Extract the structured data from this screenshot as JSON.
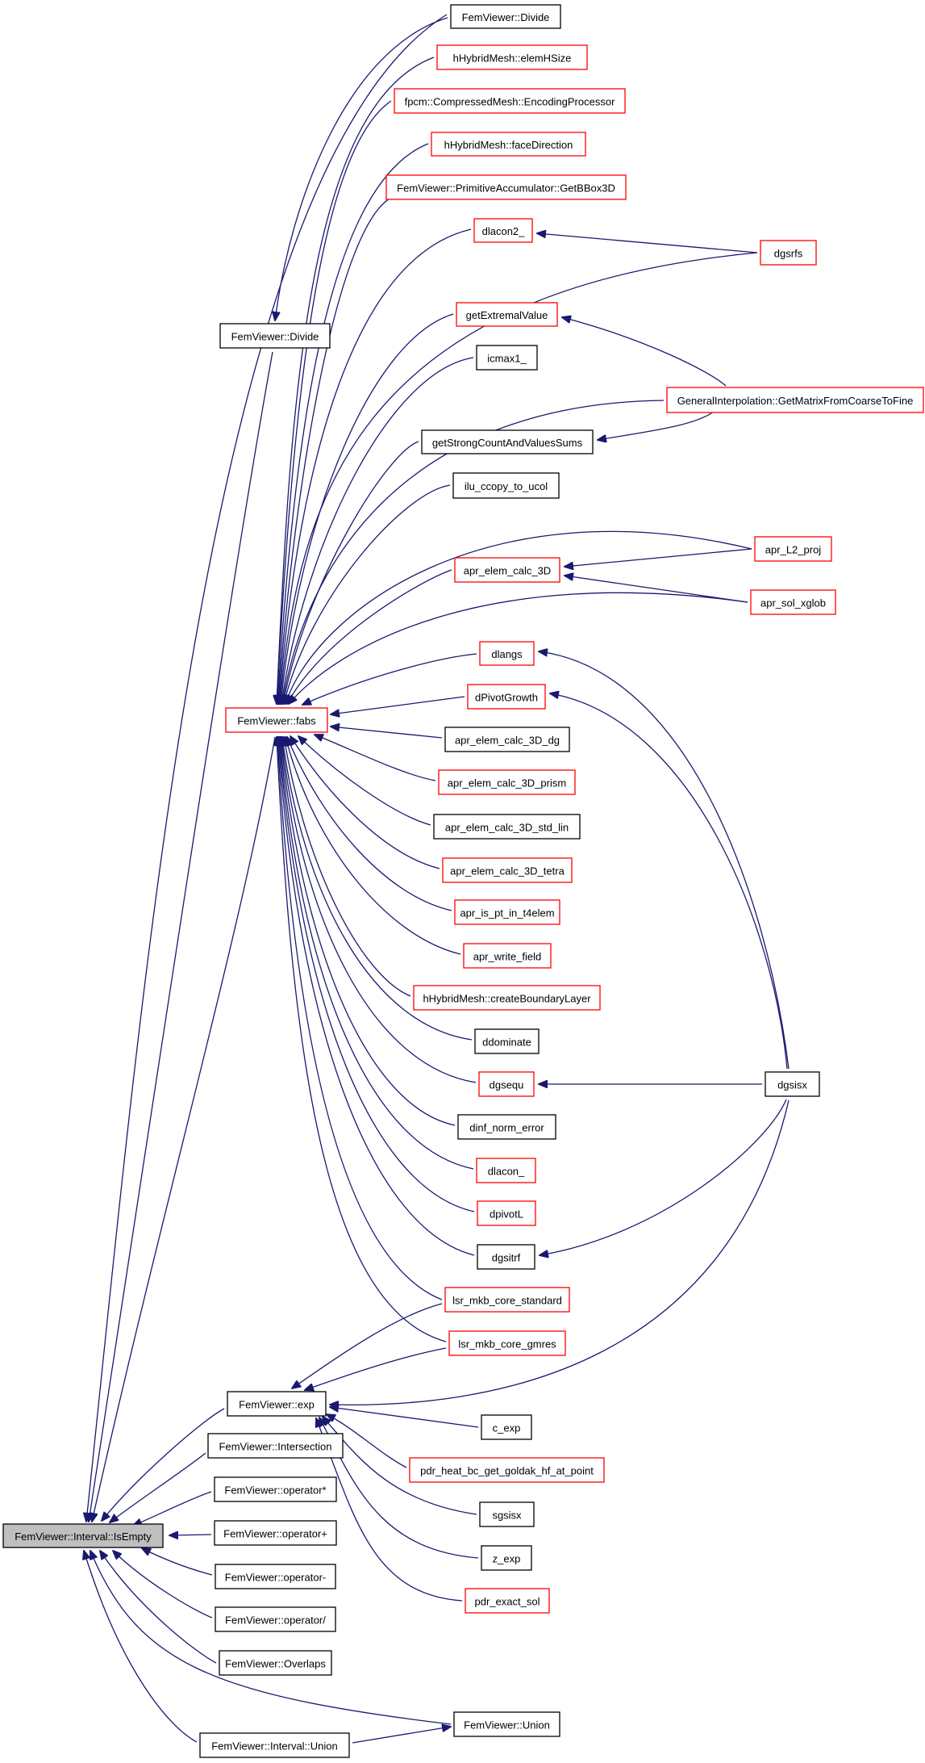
{
  "colors": {
    "edge": "#191970",
    "border_black": "#000000",
    "border_red": "#ff0000",
    "root_fill": "#bfbfbf",
    "node_fill": "#ffffff",
    "text": "#000000"
  },
  "nodes": [
    {
      "id": "isempty",
      "label": "FemViewer::Interval::IsEmpty",
      "border": "black",
      "root": true
    },
    {
      "id": "divide_a",
      "label": "FemViewer::Divide",
      "border": "black"
    },
    {
      "id": "elemhsize",
      "label": "hHybridMesh::elemHSize",
      "border": "red"
    },
    {
      "id": "encproc",
      "label": "fpcm::CompressedMesh::EncodingProcessor",
      "border": "red"
    },
    {
      "id": "facedir",
      "label": "hHybridMesh::faceDirection",
      "border": "red"
    },
    {
      "id": "getbbox",
      "label": "FemViewer::PrimitiveAccumulator::GetBBox3D",
      "border": "red"
    },
    {
      "id": "dlacon2",
      "label": "dlacon2_",
      "border": "red"
    },
    {
      "id": "dgsrfs",
      "label": "dgsrfs",
      "border": "red"
    },
    {
      "id": "divide_b",
      "label": "FemViewer::Divide",
      "border": "black"
    },
    {
      "id": "getextr",
      "label": "getExtremalValue",
      "border": "red"
    },
    {
      "id": "icmax1",
      "label": "icmax1_",
      "border": "black"
    },
    {
      "id": "getmatrix",
      "label": "GeneralInterpolation::GetMatrixFromCoarseToFine",
      "border": "red"
    },
    {
      "id": "getstrong",
      "label": "getStrongCountAndValuesSums",
      "border": "black"
    },
    {
      "id": "iluccopy",
      "label": "ilu_ccopy_to_ucol",
      "border": "black"
    },
    {
      "id": "aprl2",
      "label": "apr_L2_proj",
      "border": "red"
    },
    {
      "id": "aprelem3d",
      "label": "apr_elem_calc_3D",
      "border": "red"
    },
    {
      "id": "aprsol",
      "label": "apr_sol_xglob",
      "border": "red"
    },
    {
      "id": "dlangs",
      "label": "dlangs",
      "border": "red"
    },
    {
      "id": "dpivotg",
      "label": "dPivotGrowth",
      "border": "red"
    },
    {
      "id": "fabs",
      "label": "FemViewer::fabs",
      "border": "red"
    },
    {
      "id": "apr3ddg",
      "label": "apr_elem_calc_3D_dg",
      "border": "black"
    },
    {
      "id": "apr3dpr",
      "label": "apr_elem_calc_3D_prism",
      "border": "red"
    },
    {
      "id": "apr3dstd",
      "label": "apr_elem_calc_3D_std_lin",
      "border": "black"
    },
    {
      "id": "apr3dtet",
      "label": "apr_elem_calc_3D_tetra",
      "border": "red"
    },
    {
      "id": "aprispt",
      "label": "apr_is_pt_in_t4elem",
      "border": "red"
    },
    {
      "id": "aprwrite",
      "label": "apr_write_field",
      "border": "red"
    },
    {
      "id": "createbl",
      "label": "hHybridMesh::createBoundaryLayer",
      "border": "red"
    },
    {
      "id": "ddominate",
      "label": "ddominate",
      "border": "black"
    },
    {
      "id": "dgsequ",
      "label": "dgsequ",
      "border": "red"
    },
    {
      "id": "dgsisx",
      "label": "dgsisx",
      "border": "black"
    },
    {
      "id": "dinfnorm",
      "label": "dinf_norm_error",
      "border": "black"
    },
    {
      "id": "dlacon",
      "label": "dlacon_",
      "border": "red"
    },
    {
      "id": "dpivotl",
      "label": "dpivotL",
      "border": "red"
    },
    {
      "id": "dgsitrf",
      "label": "dgsitrf",
      "border": "black"
    },
    {
      "id": "lsrstd",
      "label": "lsr_mkb_core_standard",
      "border": "red"
    },
    {
      "id": "lsrgmres",
      "label": "lsr_mkb_core_gmres",
      "border": "red"
    },
    {
      "id": "exp",
      "label": "FemViewer::exp",
      "border": "black"
    },
    {
      "id": "cexp",
      "label": "c_exp",
      "border": "black"
    },
    {
      "id": "intersect",
      "label": "FemViewer::Intersection",
      "border": "black"
    },
    {
      "id": "pdrheat",
      "label": "pdr_heat_bc_get_goldak_hf_at_point",
      "border": "red"
    },
    {
      "id": "opmul",
      "label": "FemViewer::operator*",
      "border": "black"
    },
    {
      "id": "sgsisx",
      "label": "sgsisx",
      "border": "black"
    },
    {
      "id": "opplus",
      "label": "FemViewer::operator+",
      "border": "black"
    },
    {
      "id": "zexp",
      "label": "z_exp",
      "border": "black"
    },
    {
      "id": "opminus",
      "label": "FemViewer::operator-",
      "border": "black"
    },
    {
      "id": "pdrexact",
      "label": "pdr_exact_sol",
      "border": "red"
    },
    {
      "id": "opdiv",
      "label": "FemViewer::operator/",
      "border": "black"
    },
    {
      "id": "overlaps",
      "label": "FemViewer::Overlaps",
      "border": "black"
    },
    {
      "id": "union_a",
      "label": "FemViewer::Union",
      "border": "black"
    },
    {
      "id": "union_b",
      "label": "FemViewer::Interval::Union",
      "border": "black"
    }
  ]
}
